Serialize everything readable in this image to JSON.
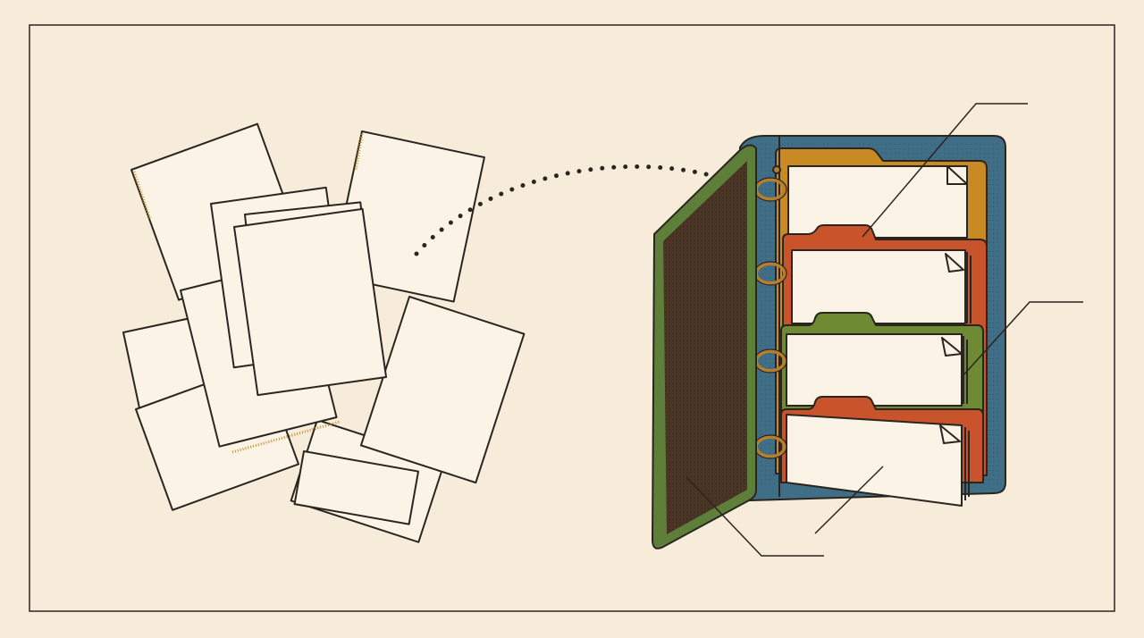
{
  "colors": {
    "background": "#f6ecd9",
    "ink": "#2b2520",
    "paper": "#fbf4e6",
    "mustard": "#c98a24",
    "mustard_dark": "#a86f17",
    "rust": "#c9542b",
    "olive": "#6e8a32",
    "teal_cover": "#3f6e86",
    "cover_inner": "#4b3626",
    "cover_green": "#5e7f3a",
    "ring": "#b77e2e"
  },
  "icons": {
    "loose_papers": "scattered-paper-pile",
    "binder": "ring-binder-with-tabbed-dividers",
    "connector": "dotted-arc-arrow"
  },
  "binder": {
    "divider_count": 4,
    "ring_count": 4
  }
}
